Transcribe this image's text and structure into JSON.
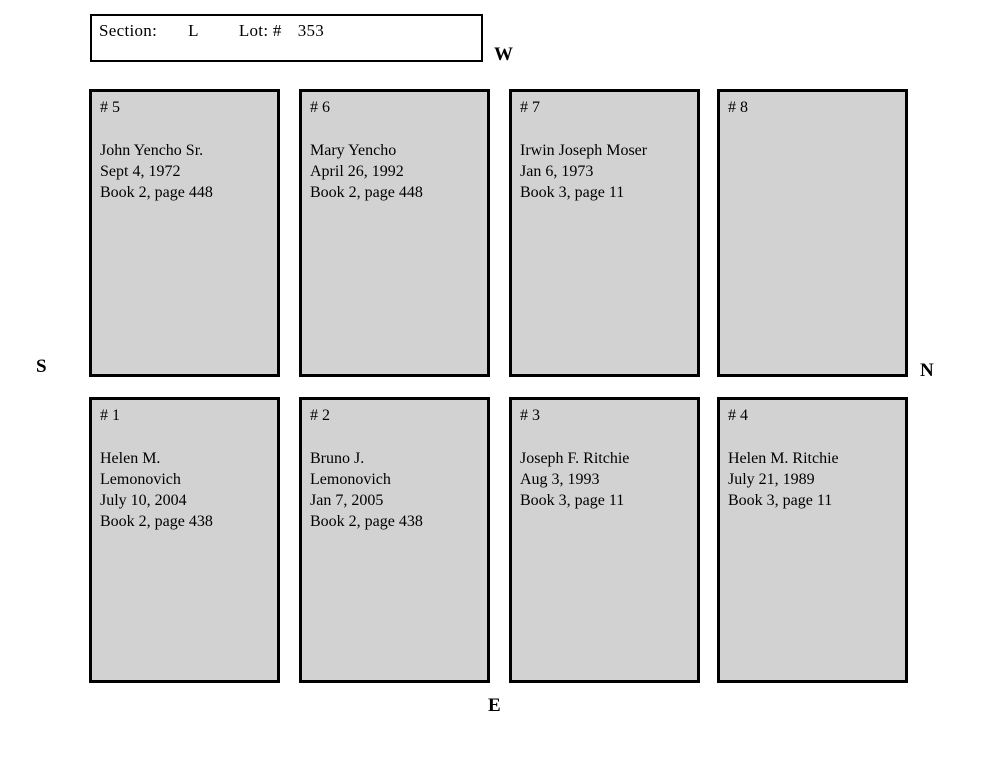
{
  "header": {
    "section_label": "Section:",
    "section_value": "L",
    "lot_label": "Lot: #",
    "lot_value": "353"
  },
  "compass": {
    "west": "W",
    "south": "S",
    "north": "N",
    "east": "E"
  },
  "colors": {
    "plot_fill": "#d2d2d2",
    "border": "#000000",
    "background": "#ffffff"
  },
  "plots": [
    {
      "number": "# 5",
      "lines": [
        "John Yencho Sr.",
        "Sept 4, 1972",
        "Book 2, page 448"
      ]
    },
    {
      "number": "# 6",
      "lines": [
        "Mary Yencho",
        "April 26, 1992",
        "Book 2, page 448"
      ]
    },
    {
      "number": "# 7",
      "lines": [
        "Irwin Joseph Moser",
        "Jan 6, 1973",
        "Book 3, page 11"
      ]
    },
    {
      "number": "# 8",
      "lines": []
    },
    {
      "number": "# 1",
      "lines": [
        "Helen M.",
        "Lemonovich",
        "July 10, 2004",
        "Book 2, page 438"
      ]
    },
    {
      "number": "# 2",
      "lines": [
        "Bruno J.",
        "Lemonovich",
        "Jan 7, 2005",
        "Book 2, page 438"
      ]
    },
    {
      "number": "# 3",
      "lines": [
        "Joseph F. Ritchie",
        "Aug 3, 1993",
        "Book 3, page 11"
      ]
    },
    {
      "number": "# 4",
      "lines": [
        "Helen M. Ritchie",
        "July 21, 1989",
        "Book 3, page 11"
      ]
    }
  ]
}
